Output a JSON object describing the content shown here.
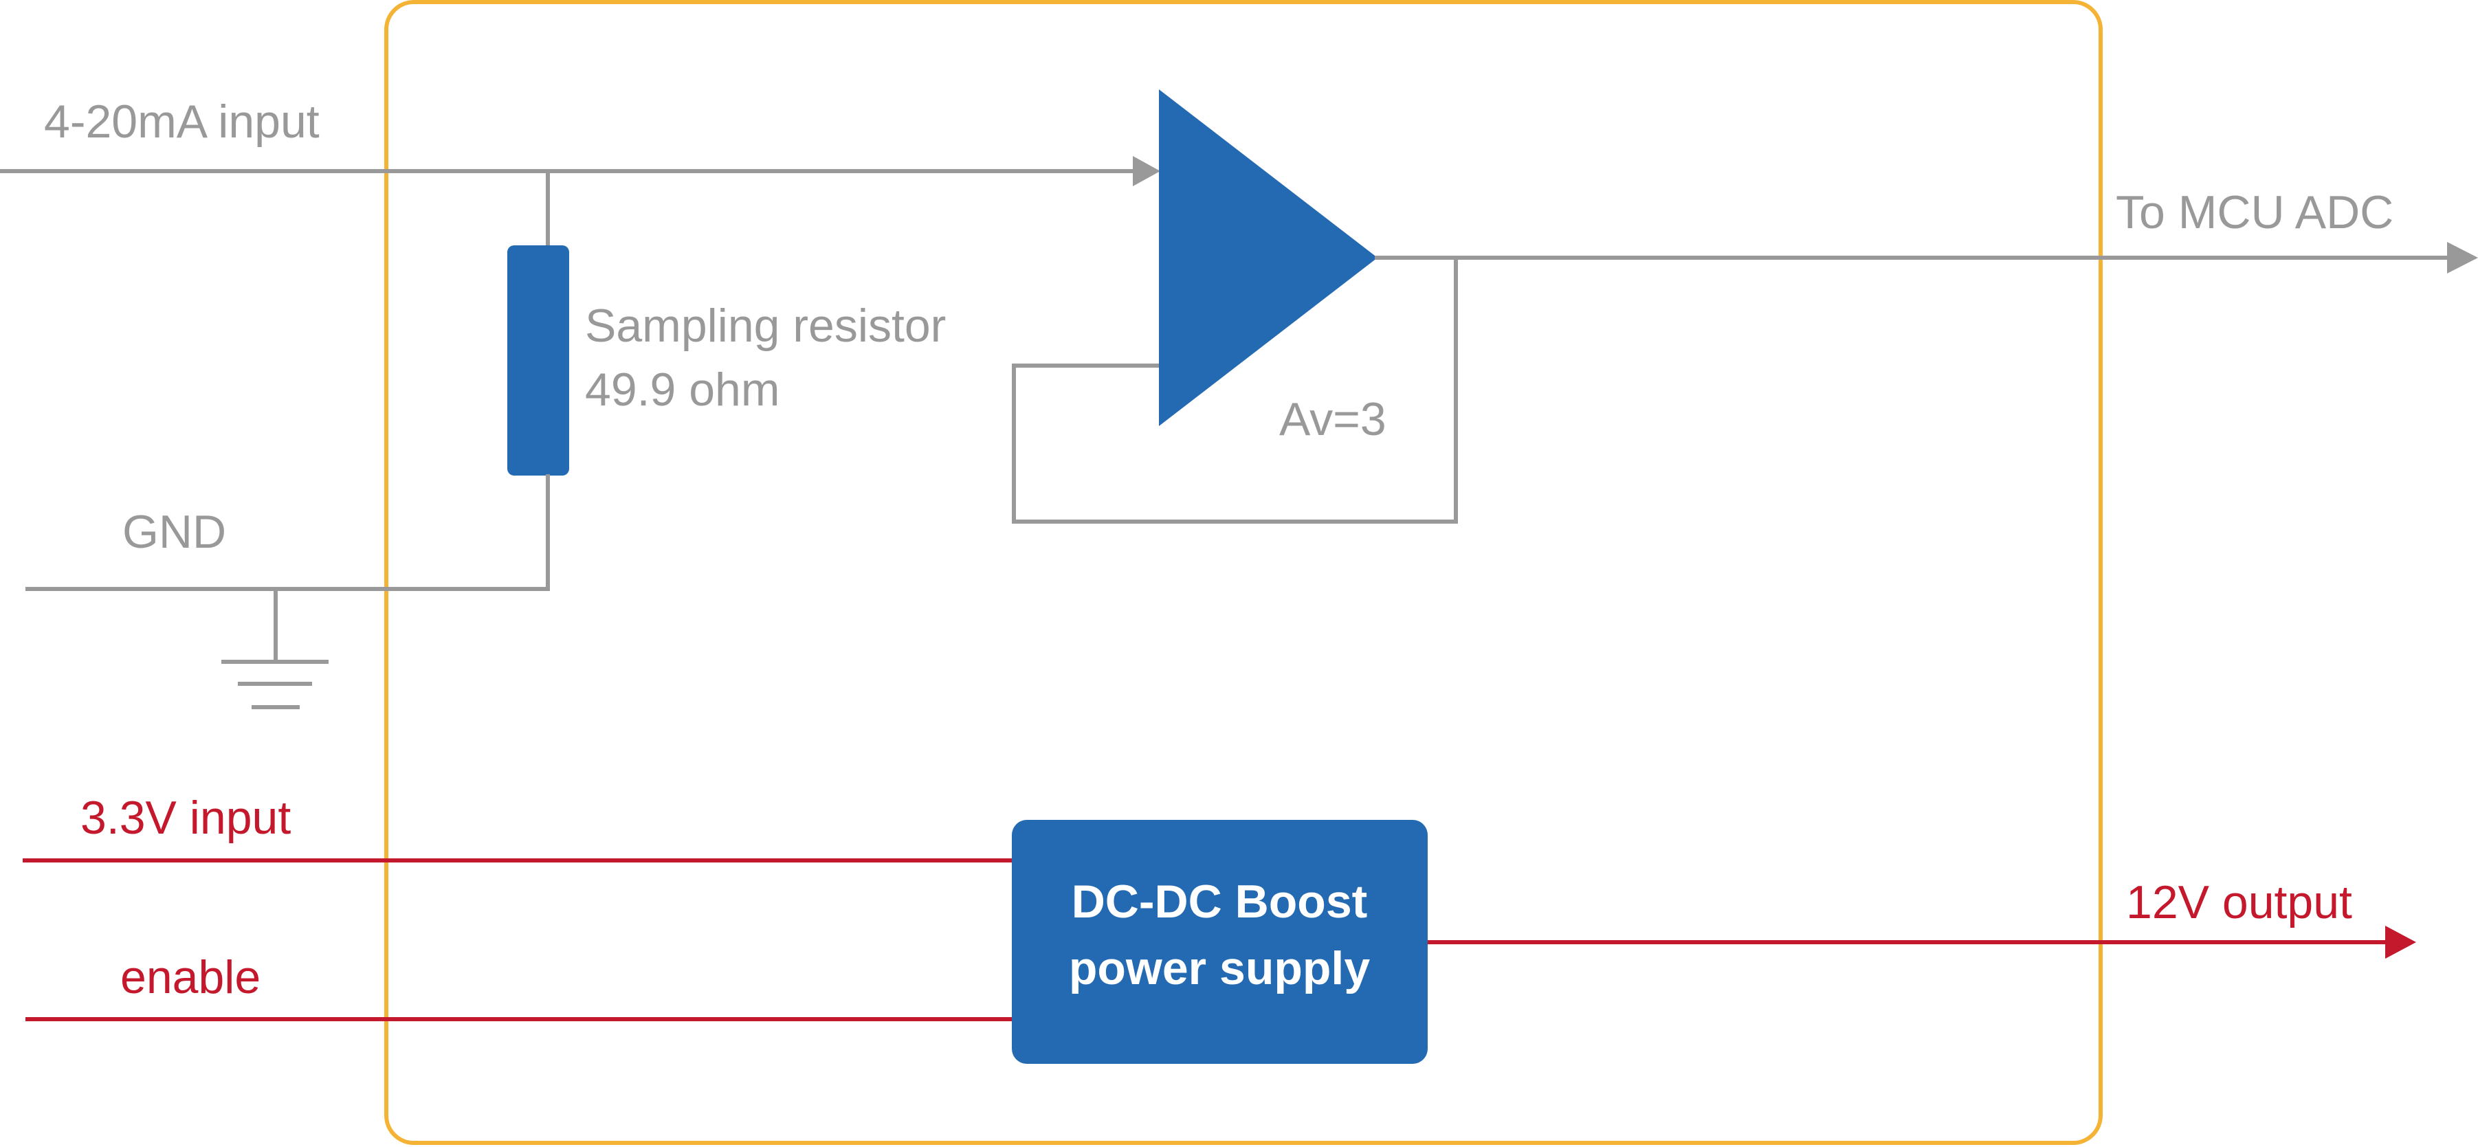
{
  "colors": {
    "frame": "#F5B335",
    "signal_wire": "#999999",
    "power_wire": "#C4182C",
    "component_fill": "#246AB3",
    "block_text": "#FFFFFF"
  },
  "labels": {
    "input_420": "4-20mA input",
    "gnd": "GND",
    "resistor_line1": "Sampling resistor",
    "resistor_line2": "49.9 ohm",
    "gain": "Av=3",
    "to_adc": "To MCU ADC",
    "v33_input": "3.3V input",
    "enable": "enable",
    "v12_output": "12V output",
    "boost_line1": "DC-DC Boost",
    "boost_line2": "power supply"
  },
  "icons": {
    "ground": "ground-symbol-icon",
    "amplifier": "op-amp-triangle-icon",
    "resistor": "resistor-icon"
  }
}
